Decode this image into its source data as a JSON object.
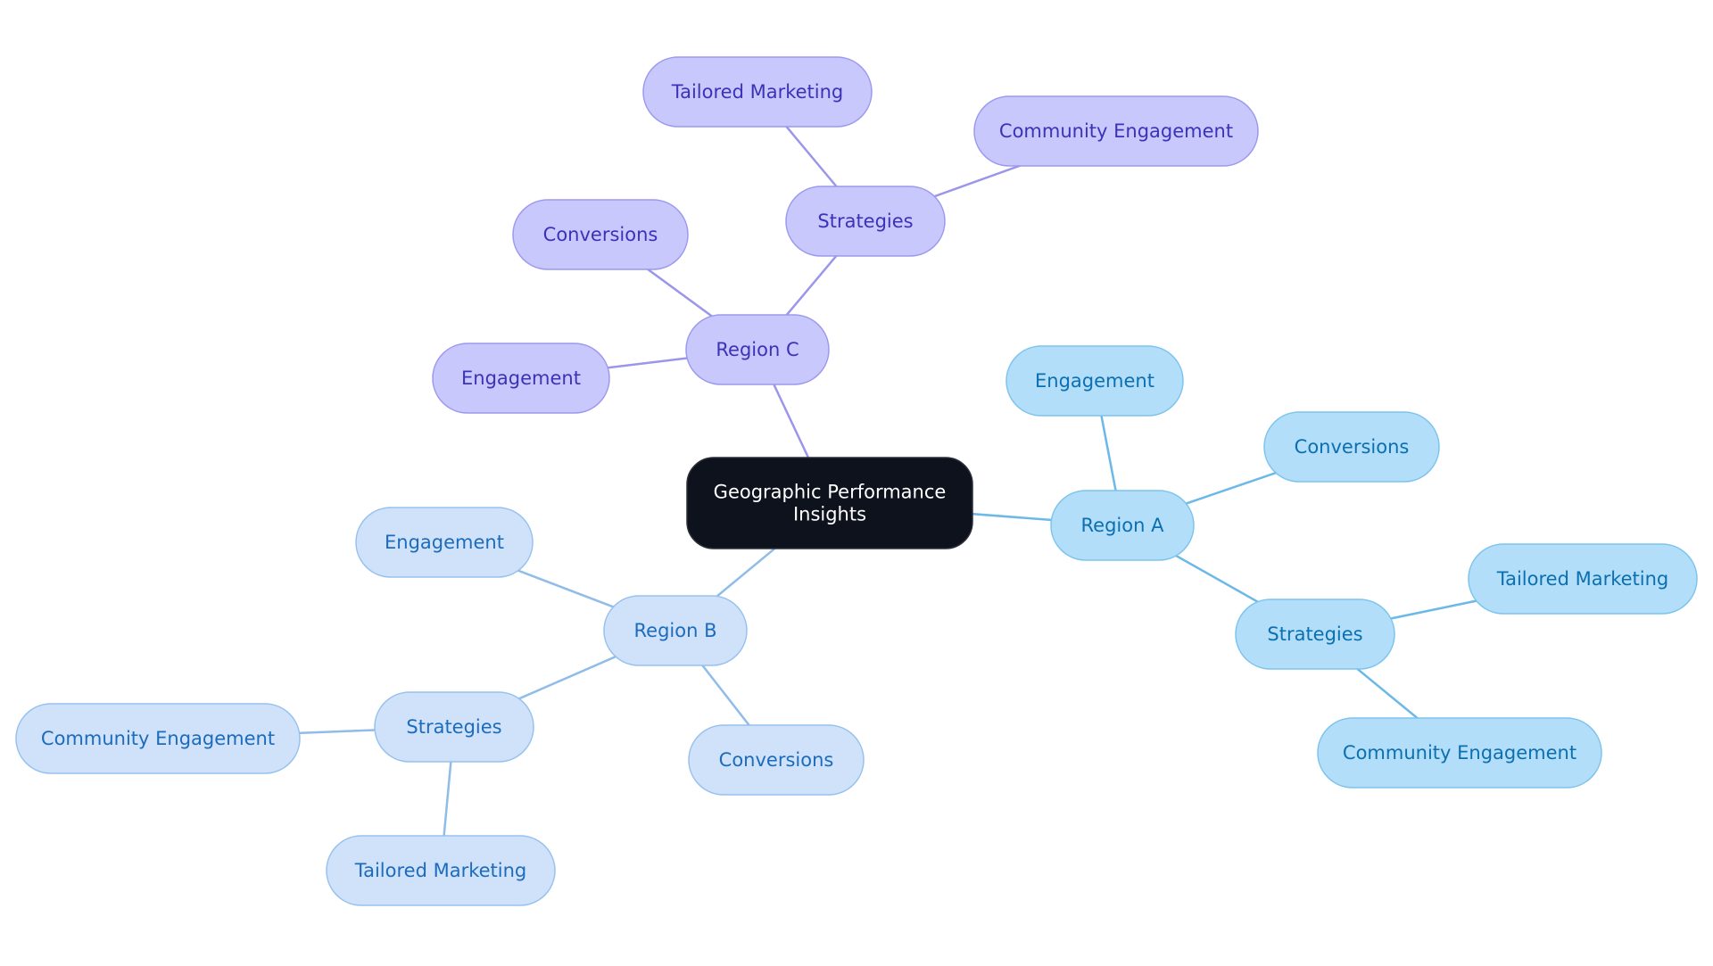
{
  "root": {
    "label_line1": "Geographic Performance",
    "label_line2": "Insights"
  },
  "branches": [
    {
      "id": "region-a",
      "label": "Region A",
      "color": {
        "fill": "#b3def9",
        "stroke": "#7cc4ee",
        "text": "#0b6fb0",
        "line": "#6cb8e6"
      },
      "children": [
        {
          "id": "engagement",
          "label": "Engagement"
        },
        {
          "id": "conversions",
          "label": "Conversions"
        },
        {
          "id": "strategies",
          "label": "Strategies",
          "children": [
            {
              "id": "tailored-marketing",
              "label": "Tailored Marketing"
            },
            {
              "id": "community-engagement",
              "label": "Community Engagement"
            }
          ]
        }
      ]
    },
    {
      "id": "region-b",
      "label": "Region B",
      "color": {
        "fill": "#cfe2fa",
        "stroke": "#97c1ee",
        "text": "#1c6bbd",
        "line": "#8fbce9"
      },
      "children": [
        {
          "id": "engagement",
          "label": "Engagement"
        },
        {
          "id": "conversions",
          "label": "Conversions"
        },
        {
          "id": "strategies",
          "label": "Strategies",
          "children": [
            {
              "id": "community-engagement",
              "label": "Community Engagement"
            },
            {
              "id": "tailored-marketing",
              "label": "Tailored Marketing"
            }
          ]
        }
      ]
    },
    {
      "id": "region-c",
      "label": "Region C",
      "color": {
        "fill": "#c9c8fc",
        "stroke": "#9c99ef",
        "text": "#3a33b8",
        "line": "#9a96ea"
      },
      "children": [
        {
          "id": "engagement",
          "label": "Engagement"
        },
        {
          "id": "conversions",
          "label": "Conversions"
        },
        {
          "id": "strategies",
          "label": "Strategies",
          "children": [
            {
              "id": "tailored-marketing",
              "label": "Tailored Marketing"
            },
            {
              "id": "community-engagement",
              "label": "Community Engagement"
            }
          ]
        }
      ]
    }
  ],
  "root_color": {
    "fill": "#0d121c",
    "stroke": "#2a2f3a",
    "text": "#ffffff"
  }
}
